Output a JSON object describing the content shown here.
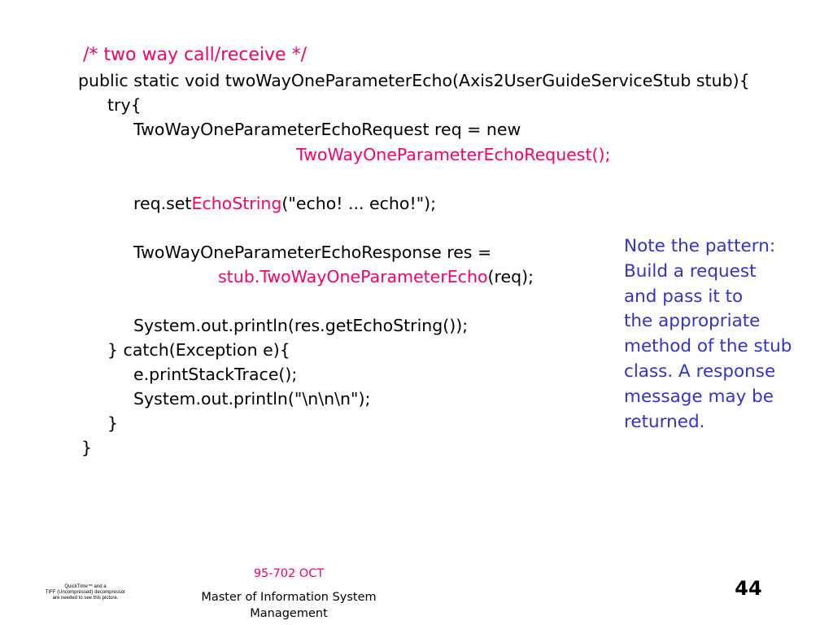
{
  "code": {
    "comment": "/* two way call/receive */",
    "method_signature": "public static void twoWayOneParameterEcho(Axis2UserGuideServiceStub stub){",
    "try_open": "try{",
    "request_decl": "TwoWayOneParameterEchoRequest req = new",
    "request_ctor": "TwoWayOneParameterEchoRequest();",
    "set_prefix": "req.set",
    "set_method": "EchoString",
    "set_args": "(\"echo! ... echo!\");",
    "response_decl": "TwoWayOneParameterEchoResponse res =",
    "stub_call": "stub.TwoWayOneParameterEcho",
    "stub_args": "(req);",
    "print_echo": "System.out.println(res.getEchoString());",
    "catch_line": "} catch(Exception e){",
    "print_stack": "e.printStackTrace();",
    "print_newlines": "System.out.println(\"\\n\\n\\n\");",
    "close_catch": "}",
    "close_method": "}"
  },
  "note": {
    "lines": [
      "Note the pattern:",
      "Build a request",
      "and pass it to",
      "the appropriate",
      "method of the stub",
      "class. A response",
      "message may be",
      "returned."
    ]
  },
  "footer": {
    "course": "95-702 OCT",
    "program_line1": "Master of Information System",
    "program_line2": "Management",
    "page_number": "44"
  },
  "quicktime_placeholder": {
    "lines": [
      "QuickTime™ and a",
      "TIFF (Uncompressed) decompressor",
      "are needed to see this picture."
    ]
  },
  "colors": {
    "code_text": "#000000",
    "highlight": "#ff0066",
    "note_text": "#3333cc",
    "background": "#ffffff"
  }
}
